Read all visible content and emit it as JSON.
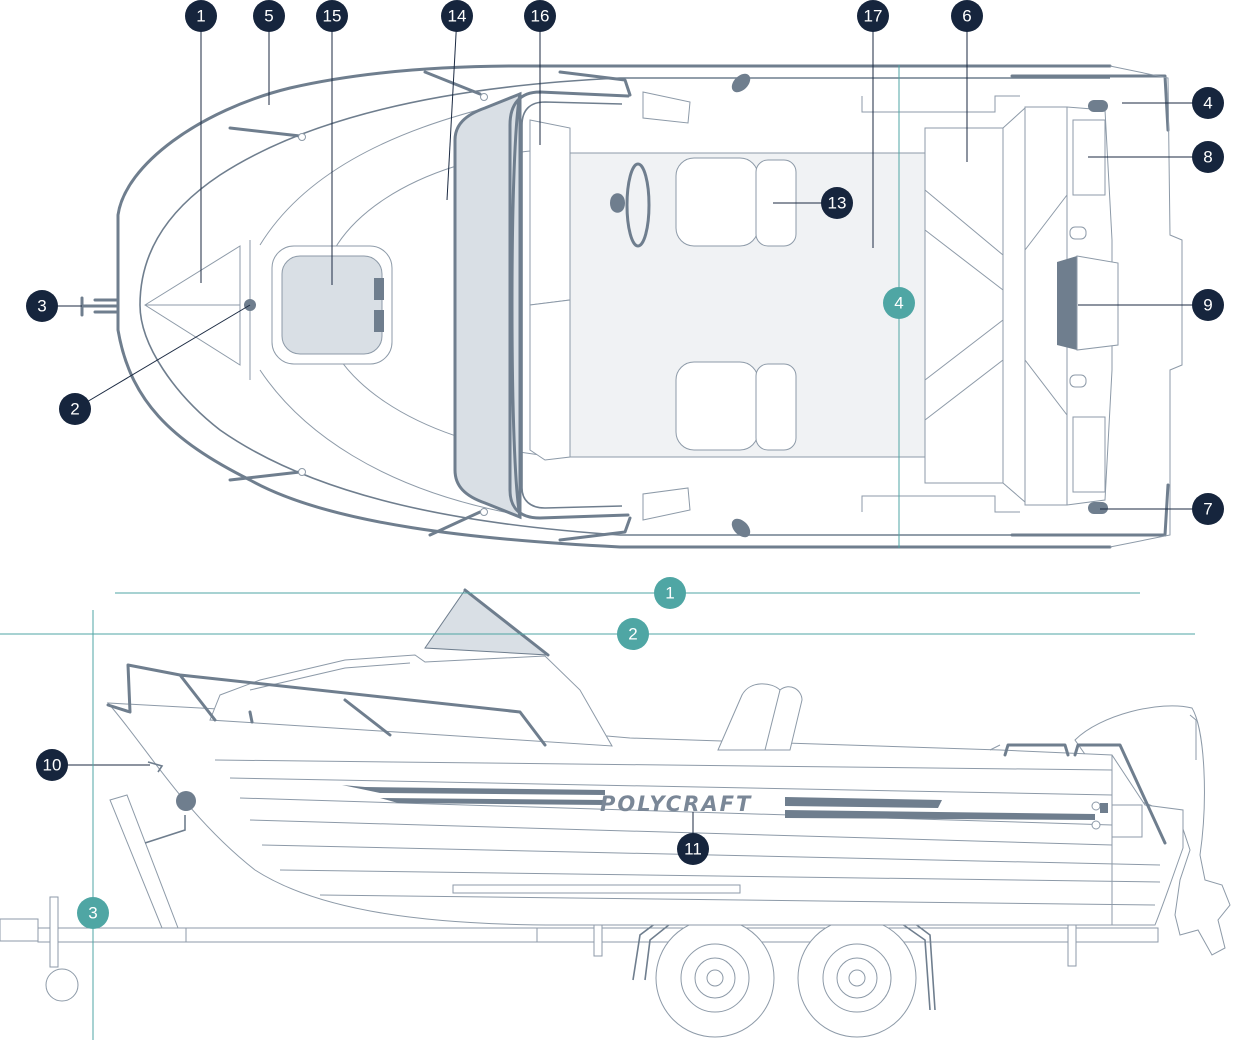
{
  "brand": {
    "hull_text": "POLYCRAFT",
    "color": "#7a8797"
  },
  "colors": {
    "callout_dark": "#16253d",
    "callout_teal": "#4fa6a4",
    "outline": "#6f7e8e"
  },
  "callouts_top": [
    {
      "label": "1"
    },
    {
      "label": "5"
    },
    {
      "label": "15"
    },
    {
      "label": "14"
    },
    {
      "label": "16"
    },
    {
      "label": "17"
    },
    {
      "label": "6"
    },
    {
      "label": "4"
    },
    {
      "label": "8"
    },
    {
      "label": "13"
    },
    {
      "label": "3"
    },
    {
      "label": "9"
    },
    {
      "label": "2"
    },
    {
      "label": "7"
    }
  ],
  "callouts_side": [
    {
      "label": "10"
    },
    {
      "label": "11"
    }
  ],
  "dimension_markers": [
    {
      "label": "4"
    },
    {
      "label": "1"
    },
    {
      "label": "2"
    },
    {
      "label": "3"
    }
  ]
}
